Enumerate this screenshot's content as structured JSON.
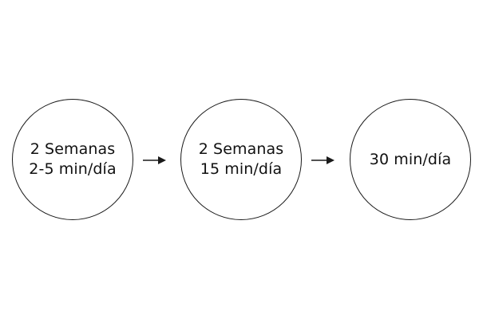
{
  "steps": [
    {
      "line1": "2 Semanas",
      "line2": "2-5 min/día"
    },
    {
      "line1": "2 Semanas",
      "line2": "15 min/día"
    },
    {
      "line1": "30 min/día",
      "line2": ""
    }
  ],
  "colors": {
    "stroke": "#1a1a1a",
    "text": "#111111",
    "background": "#ffffff"
  },
  "connectors": [
    "arrow-right-icon",
    "arrow-right-icon"
  ]
}
